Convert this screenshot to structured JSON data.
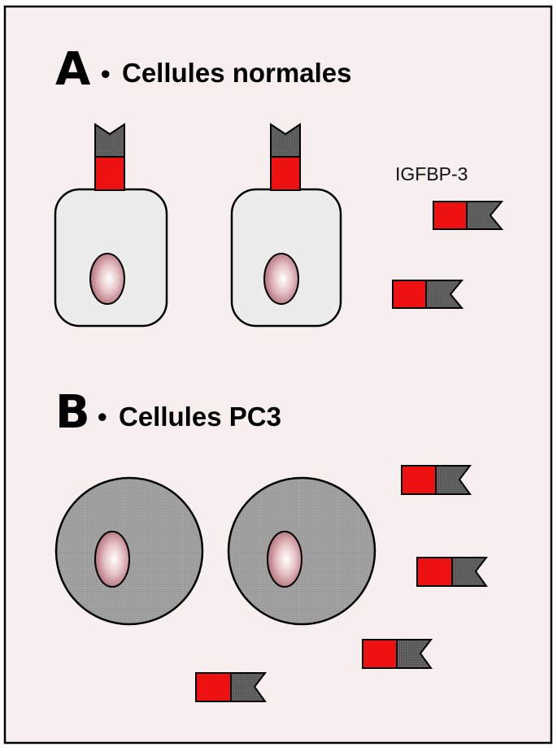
{
  "panel_a": {
    "letter": "A",
    "bullet": "•",
    "title": "Cellules normales"
  },
  "panel_b": {
    "letter": "B",
    "bullet": "•",
    "title": "Cellules PC3"
  },
  "label_igfbp3": "IGFBP-3",
  "colors": {
    "frame_border": "#000000",
    "background": "#f7eeee",
    "normal_cell_fill": "#ececec",
    "pc3_cell_fill": "#9a9a9a",
    "nucleus_center": "#ffffff",
    "nucleus_edge": "#b06a70",
    "ligand_red": "#ee1111",
    "ligand_gray": "#555555"
  }
}
